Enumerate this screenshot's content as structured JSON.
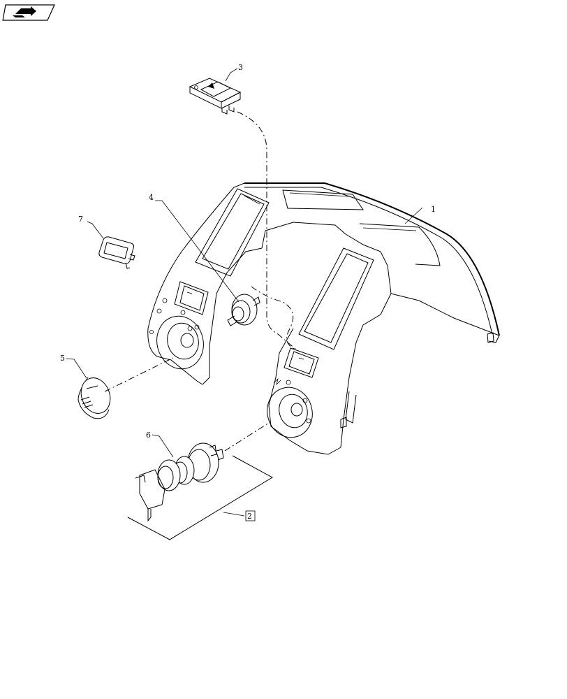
{
  "nav_icon": "book-arrow-icon",
  "callouts": [
    {
      "id": "callout-1",
      "text": "1"
    },
    {
      "id": "callout-2",
      "text": "2"
    },
    {
      "id": "callout-3",
      "text": "3"
    },
    {
      "id": "callout-4",
      "text": "4"
    },
    {
      "id": "callout-5",
      "text": "5"
    },
    {
      "id": "callout-6",
      "text": "6"
    },
    {
      "id": "callout-7",
      "text": "7"
    }
  ]
}
